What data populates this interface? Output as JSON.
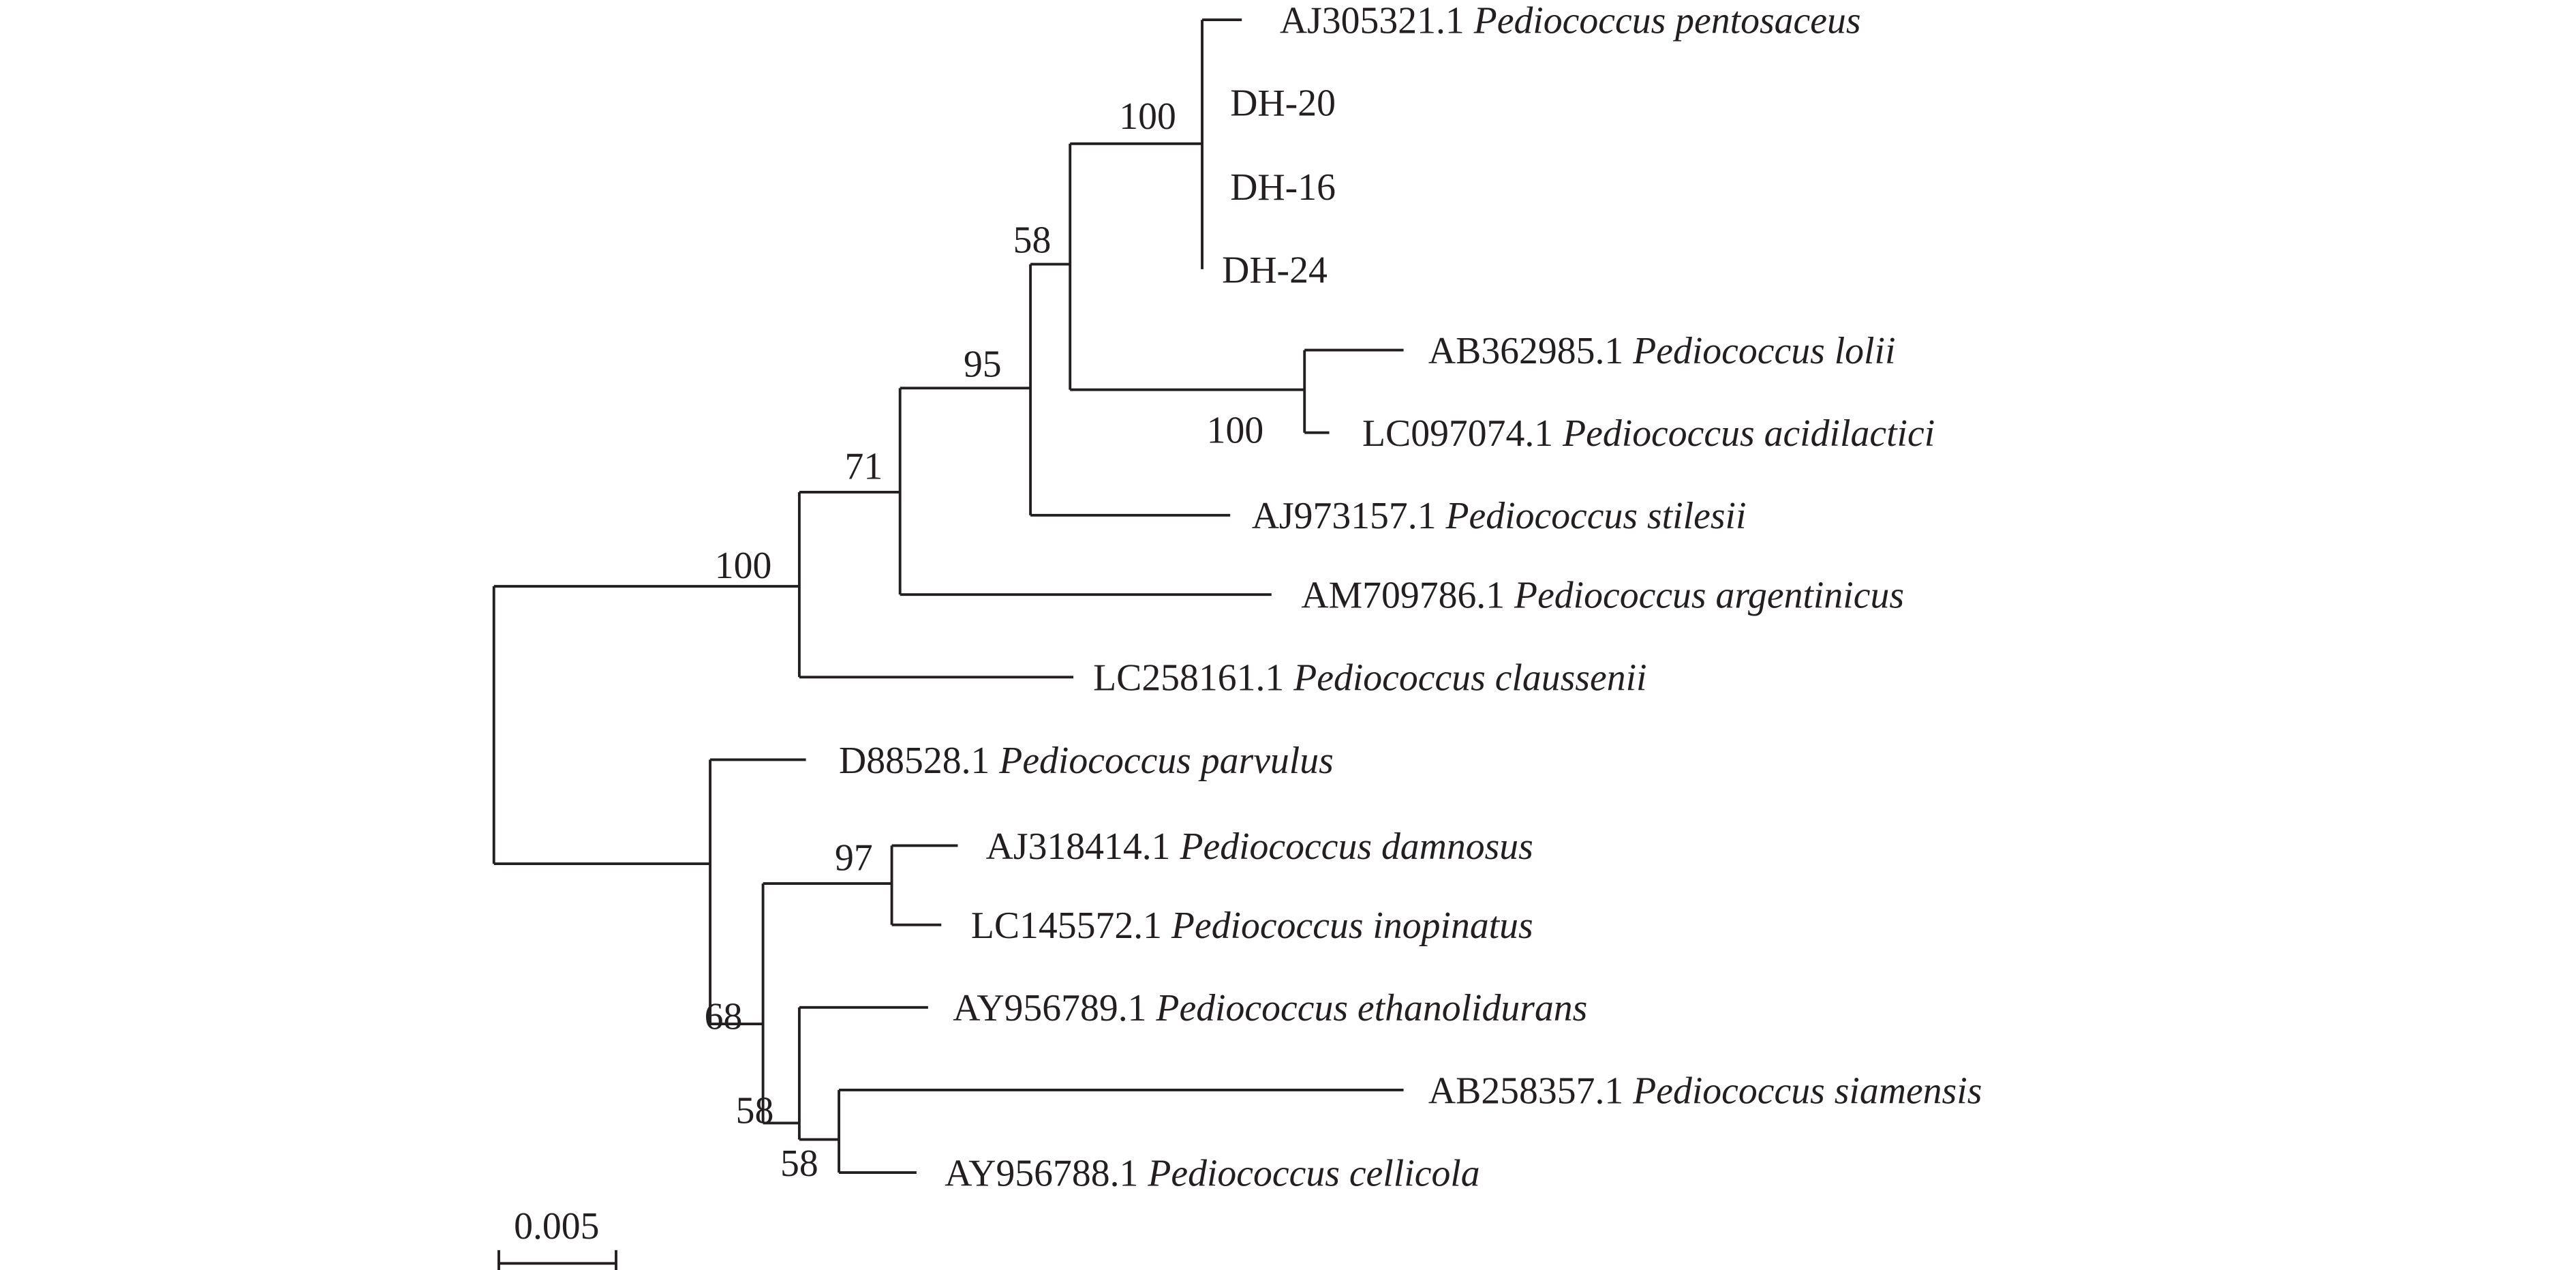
{
  "tree": {
    "tips": [
      {
        "accession": "AJ305321.1",
        "species": "Pediococcus pentosaceus"
      },
      {
        "accession": "DH-20",
        "species": ""
      },
      {
        "accession": "DH-16",
        "species": ""
      },
      {
        "accession": "DH-24",
        "species": ""
      },
      {
        "accession": "AB362985.1",
        "species": "Pediococcus lolii"
      },
      {
        "accession": "LC097074.1",
        "species": "Pediococcus acidilactici"
      },
      {
        "accession": "AJ973157.1",
        "species": "Pediococcus stilesii"
      },
      {
        "accession": "AM709786.1",
        "species": "Pediococcus argentinicus"
      },
      {
        "accession": "LC258161.1",
        "species": "Pediococcus claussenii"
      },
      {
        "accession": "D88528.1",
        "species": "Pediococcus parvulus"
      },
      {
        "accession": "AJ318414.1",
        "species": "Pediococcus damnosus"
      },
      {
        "accession": "LC145572.1",
        "species": "Pediococcus inopinatus"
      },
      {
        "accession": "AY956789.1",
        "species": "Pediococcus ethanoliduran s"
      },
      {
        "accession": "AB258357.1",
        "species": "Pediococcus siamensis"
      },
      {
        "accession": "AY956788.1",
        "species": "Pediococcus cellicola"
      }
    ],
    "bootstrap": [
      "100",
      "58",
      "95",
      "100",
      "71",
      "100",
      "97",
      "68",
      "58",
      "58"
    ],
    "scale_bar": "0.005"
  }
}
